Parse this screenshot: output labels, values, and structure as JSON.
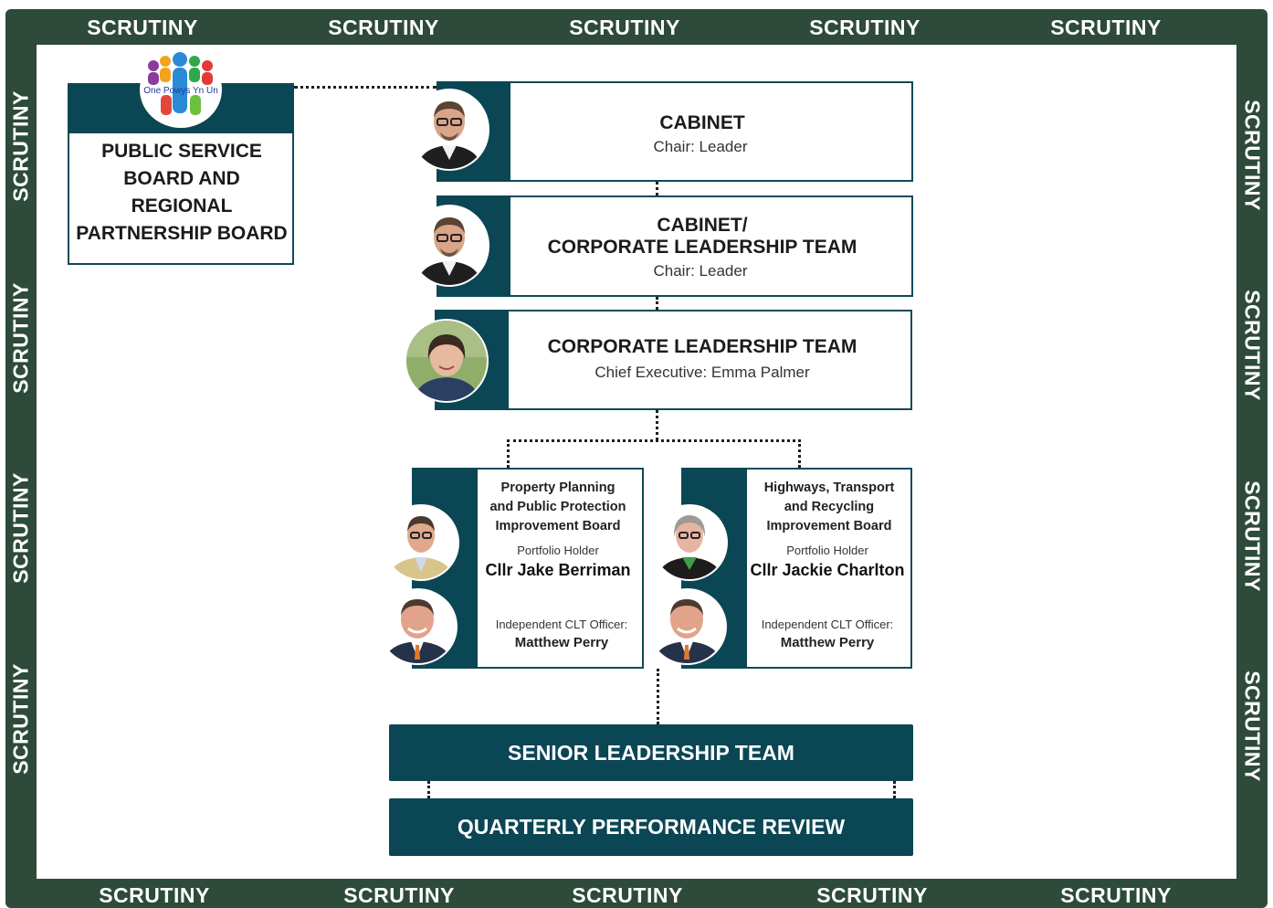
{
  "border": {
    "label": "SCRUTINY",
    "color": "#2d4a3a"
  },
  "colors": {
    "teal": "#0b4654",
    "background": "#ffffff"
  },
  "psb": {
    "logo_text": "One Powys Yn Un",
    "lines": [
      "PUBLIC SERVICE",
      "BOARD AND",
      "REGIONAL",
      "PARTNERSHIP BOARD"
    ]
  },
  "cabinet": {
    "title": "CABINET",
    "chair": "Chair: Leader"
  },
  "cabinet_clt": {
    "title_line1": "CABINET/",
    "title_line2": "CORPORATE LEADERSHIP TEAM",
    "chair": "Chair: Leader"
  },
  "clt": {
    "title": "CORPORATE LEADERSHIP TEAM",
    "chair": "Chief Executive: Emma Palmer"
  },
  "board_left": {
    "title_lines": [
      "Property Planning",
      "and Public Protection",
      "Improvement Board"
    ],
    "portfolio_label": "Portfolio Holder",
    "portfolio_name": "Cllr Jake Berriman",
    "officer_label": "Independent CLT Officer:",
    "officer_name": "Matthew Perry"
  },
  "board_right": {
    "title_lines": [
      "Highways, Transport",
      "and Recycling",
      "Improvement Board"
    ],
    "portfolio_label": "Portfolio Holder",
    "portfolio_name": "Cllr Jackie Charlton",
    "officer_label": "Independent CLT Officer:",
    "officer_name": "Matthew Perry"
  },
  "slt": {
    "title": "SENIOR LEADERSHIP TEAM"
  },
  "qpr": {
    "title": "QUARTERLY PERFORMANCE REVIEW"
  }
}
